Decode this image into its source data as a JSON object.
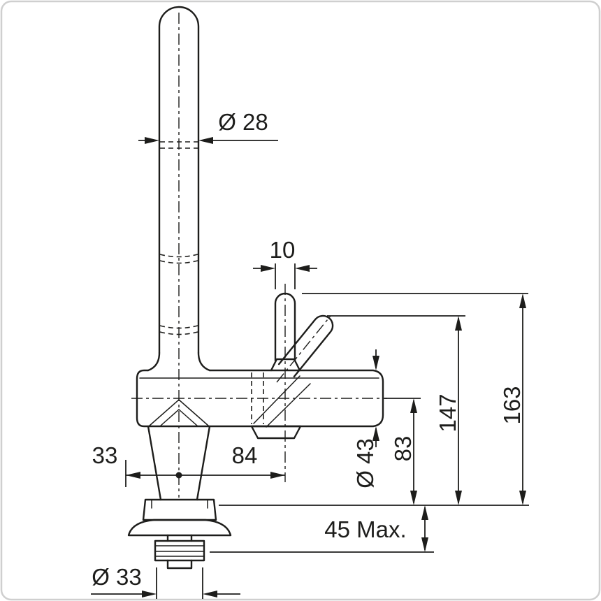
{
  "drawing": {
    "subject": "single-lever kitchen faucet installation dimension drawing",
    "background": "#ffffff",
    "line_color": "#1d1d1b",
    "border_color": "#cfcfcf",
    "units_implied": "mm",
    "dimensions": {
      "spout_diameter": "Ø 28",
      "handle_width": "10",
      "overall_height": "163",
      "lever_top_height": "147",
      "outlet_height": "83",
      "body_diameter": "Ø 43",
      "center_to_front": "33",
      "center_to_handle": "84",
      "max_deck_thickness": "45 Max.",
      "shank_diameter": "Ø 33"
    }
  }
}
